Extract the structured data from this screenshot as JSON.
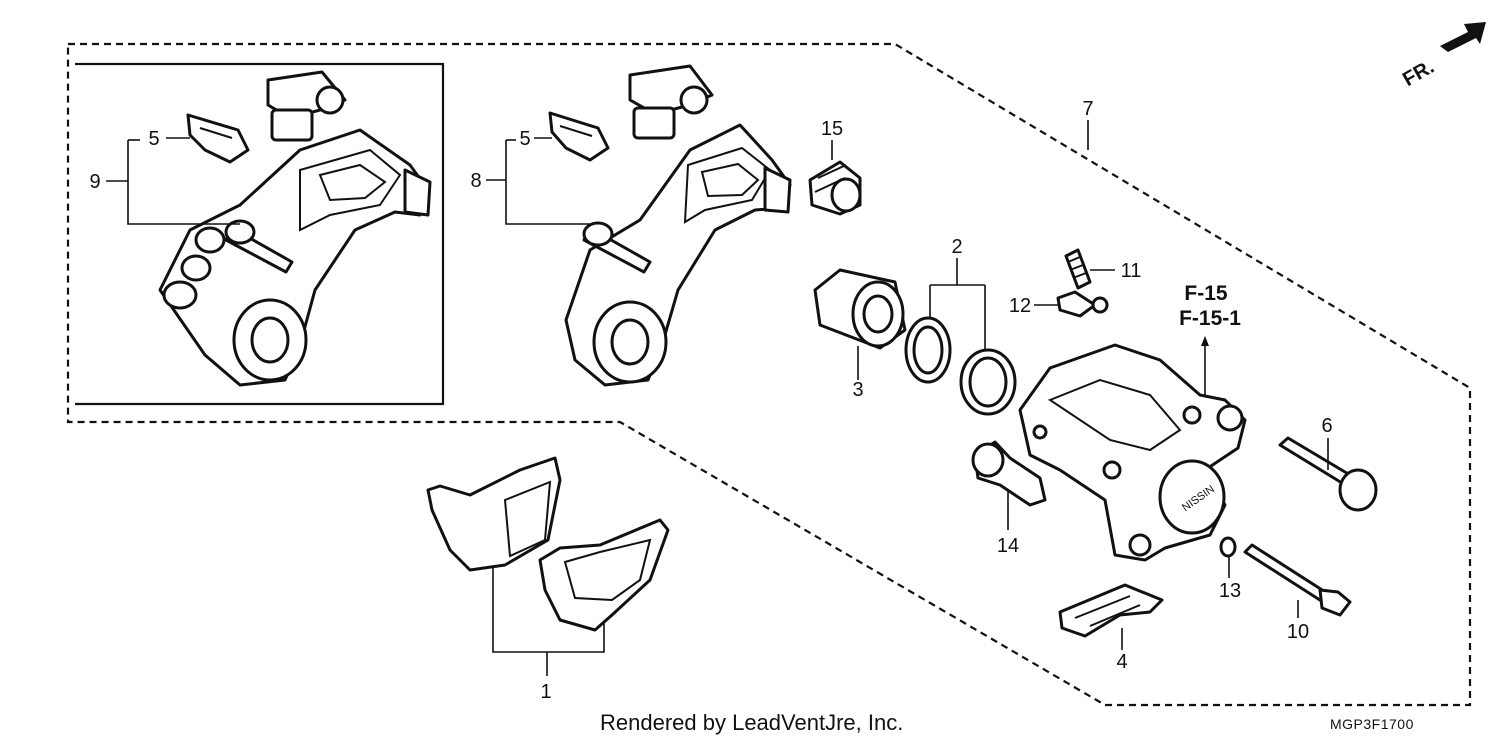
{
  "direction_label": "FR.",
  "callouts": {
    "p1": "1",
    "p2": "2",
    "p3": "3",
    "p4": "4",
    "p5a": "5",
    "p5b": "5",
    "p6": "6",
    "p7": "7",
    "p8": "8",
    "p9": "9",
    "p10": "10",
    "p11": "11",
    "p12": "12",
    "p13": "13",
    "p14": "14",
    "p15": "15"
  },
  "references": [
    "F-15",
    "F-15-1"
  ],
  "footer": {
    "credit": "Rendered by LeadVentJre, Inc.",
    "diagram_code": "MGP3F1700"
  }
}
